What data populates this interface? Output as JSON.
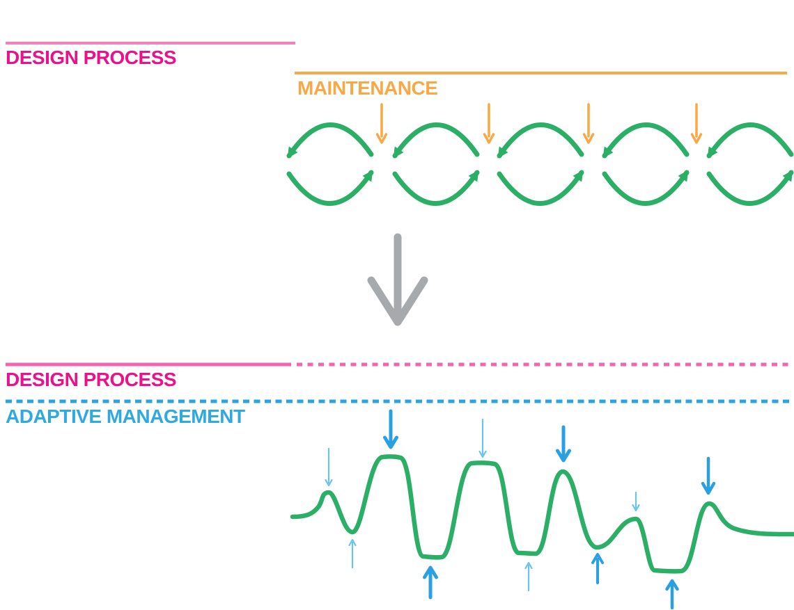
{
  "colors": {
    "pink_rule": "#F480BC",
    "pink_dash": "#F166AF",
    "magenta_text": "#E9118C",
    "orange": "#F9A845",
    "green": "#2BAE66",
    "gray": "#A7AAAC",
    "blue_text": "#2FA9E1",
    "blue_dash": "#2BA4DF",
    "blue_strong": "#2AA0E2",
    "blue_light": "#66C4EE"
  },
  "top_panel": {
    "title": "DESIGN PROCESS",
    "phase_label": "MAINTENANCE",
    "cycle_count": 5,
    "maintenance_arrow_count": 4
  },
  "bottom_panel": {
    "title": "DESIGN PROCESS",
    "phase_label": "ADAPTIVE MANAGEMENT",
    "down_arrow_count": 6,
    "up_arrow_count": 5
  },
  "icons": {
    "transition": "down-arrow-icon"
  }
}
